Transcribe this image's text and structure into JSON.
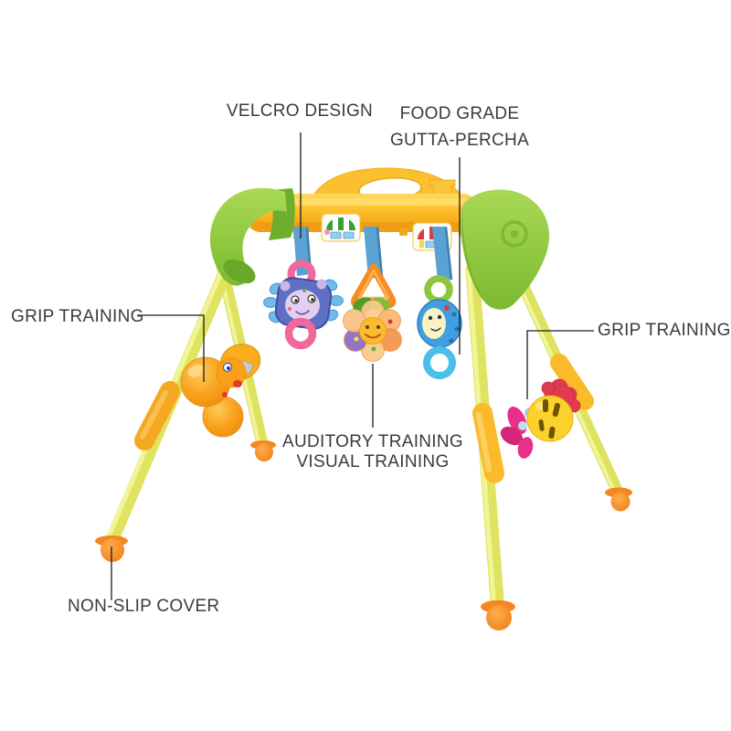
{
  "annotations": {
    "velcro": "VELCRO DESIGN",
    "food_grade": [
      "FOOD GRADE",
      "GUTTA-PERCHA"
    ],
    "grip_training_left": "GRIP TRAINING",
    "grip_training_right": "GRIP TRAINING",
    "center_training": [
      "AUDITORY TRAINING",
      "VISUAL TRAINING"
    ],
    "non_slip": "NON-SLIP COVER"
  },
  "palette": {
    "background": "#FFFFFF",
    "label_text": "#3B3B3B",
    "callout_line": "#1C1C1C",
    "bar_yellow": "#FBBB24",
    "arm_green": "#8CC63E",
    "leg_yellow_green": "#E4E86B",
    "foot_orange": "#F6861F",
    "strap_blue": "#5AA2D4",
    "ring_pink": "#F2679C",
    "ring_green": "#8CC63E",
    "ring_light_blue": "#49BFEA",
    "toy_purple": "#5F6FC4",
    "ladybug_blue": "#3F9FE0",
    "flower_orange": "#FBBB2C",
    "rattle_orange": "#F9A11B",
    "rattle_yellow": "#FBD12B",
    "rattle_magenta": "#E8308A",
    "rattle_red": "#E23A50"
  }
}
